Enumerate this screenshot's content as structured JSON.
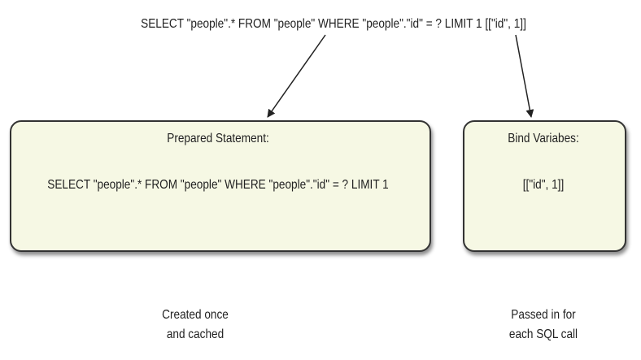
{
  "top_query": "SELECT \"people\".* FROM \"people\" WHERE \"people\".\"id\" = ? LIMIT 1  [[\"id\", 1]]",
  "prepared": {
    "title": "Prepared Statement:",
    "body": "SELECT \"people\".* FROM \"people\" WHERE \"people\".\"id\" = ? LIMIT 1",
    "caption": [
      "Created once",
      "and cached"
    ]
  },
  "bind": {
    "title": "Bind Variabes:",
    "body": "[[\"id\", 1]]",
    "caption": [
      "Passed in for",
      "each SQL call"
    ]
  },
  "colors": {
    "box_fill": "#f6f8e4",
    "stroke": "#333333"
  }
}
